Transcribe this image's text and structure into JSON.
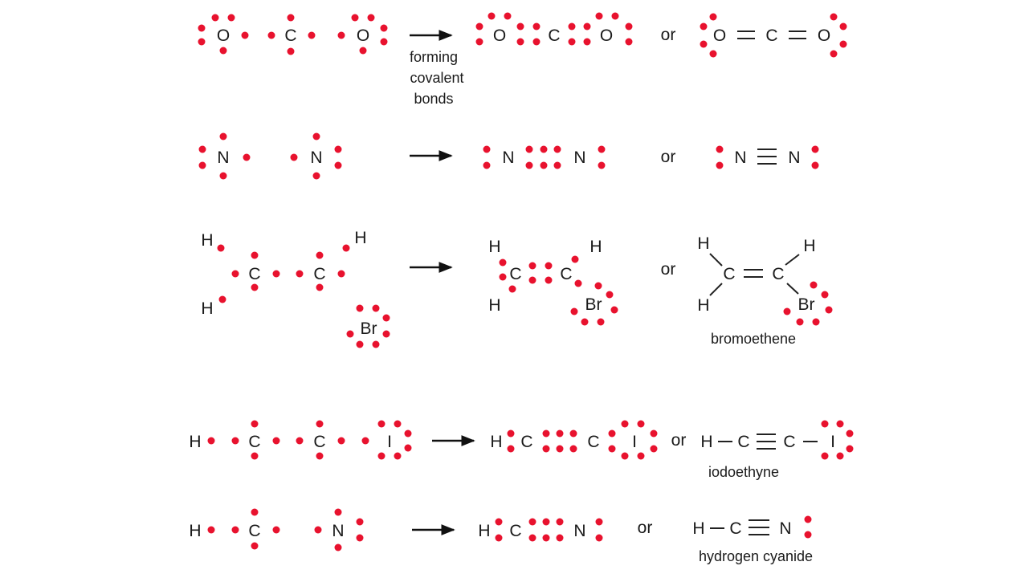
{
  "colors": {
    "electron_dot": "#e8122e",
    "text": "#1a1a1a",
    "background": "#ffffff"
  },
  "labels": {
    "or": "or",
    "forming": "forming",
    "covalent": "covalent",
    "bonds": "bonds",
    "bromoethene": "bromoethene",
    "iodoethyne": "iodoethyne",
    "hydrogen_cyanide": "hydrogen cyanide"
  },
  "elements": {
    "O": "O",
    "C": "C",
    "N": "N",
    "H": "H",
    "Br": "Br",
    "I": "I"
  }
}
